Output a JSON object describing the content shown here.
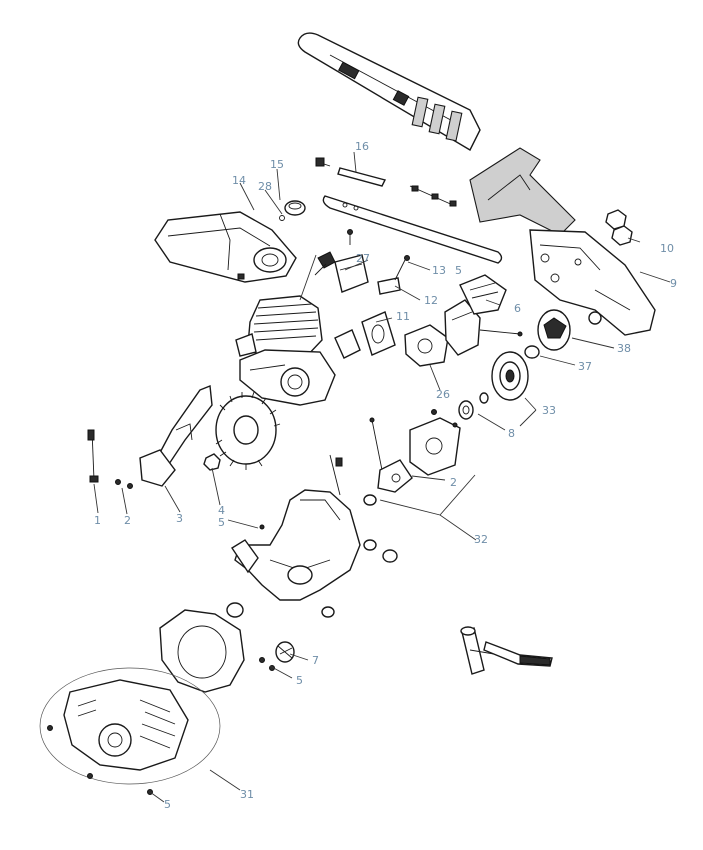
{
  "callouts": [
    {
      "id": "c1",
      "label": "1"
    },
    {
      "id": "c2a",
      "label": "2"
    },
    {
      "id": "c3",
      "label": "3"
    },
    {
      "id": "c4",
      "label": "4"
    },
    {
      "id": "c5a",
      "label": "5"
    },
    {
      "id": "c5b",
      "label": "5"
    },
    {
      "id": "c5c",
      "label": "5"
    },
    {
      "id": "c5d",
      "label": "5"
    },
    {
      "id": "c6",
      "label": "6"
    },
    {
      "id": "c7",
      "label": "7"
    },
    {
      "id": "c8",
      "label": "8"
    },
    {
      "id": "c9",
      "label": "9"
    },
    {
      "id": "c10",
      "label": "10"
    },
    {
      "id": "c11",
      "label": "11"
    },
    {
      "id": "c12",
      "label": "12"
    },
    {
      "id": "c13",
      "label": "13"
    },
    {
      "id": "c14",
      "label": "14"
    },
    {
      "id": "c15",
      "label": "15"
    },
    {
      "id": "c16",
      "label": "16"
    },
    {
      "id": "c2b",
      "label": "2"
    },
    {
      "id": "c26",
      "label": "26"
    },
    {
      "id": "c27",
      "label": "27"
    },
    {
      "id": "c28",
      "label": "28"
    },
    {
      "id": "c31",
      "label": "31"
    },
    {
      "id": "c32",
      "label": "32"
    },
    {
      "id": "c33",
      "label": "33"
    },
    {
      "id": "c37",
      "label": "37"
    },
    {
      "id": "c38",
      "label": "38"
    }
  ]
}
